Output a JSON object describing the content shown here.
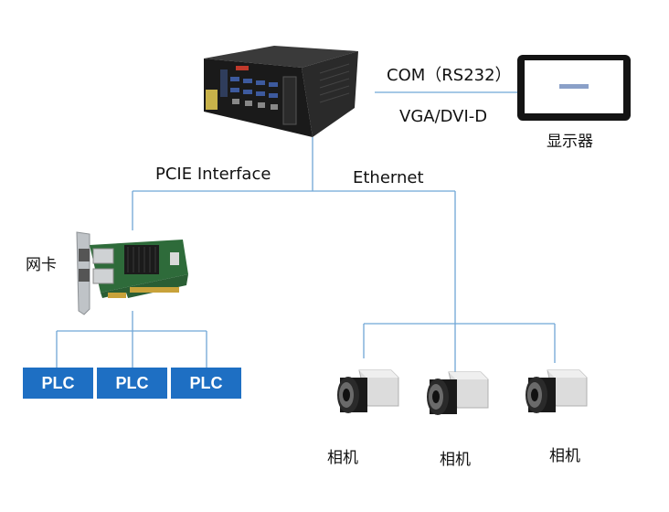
{
  "labels": {
    "com": "COM（RS232）",
    "vga": "VGA/DVI-D",
    "monitor": "显示器",
    "pcie": "PCIE Interface",
    "ethernet": "Ethernet",
    "nic": "网卡",
    "camera": "相机"
  },
  "plcs": [
    "PLC",
    "PLC",
    "PLC"
  ],
  "cameras": [
    "相机",
    "相机",
    "相机"
  ],
  "colors": {
    "line": "#6fa6d6",
    "plc": "#1e6fc3"
  }
}
